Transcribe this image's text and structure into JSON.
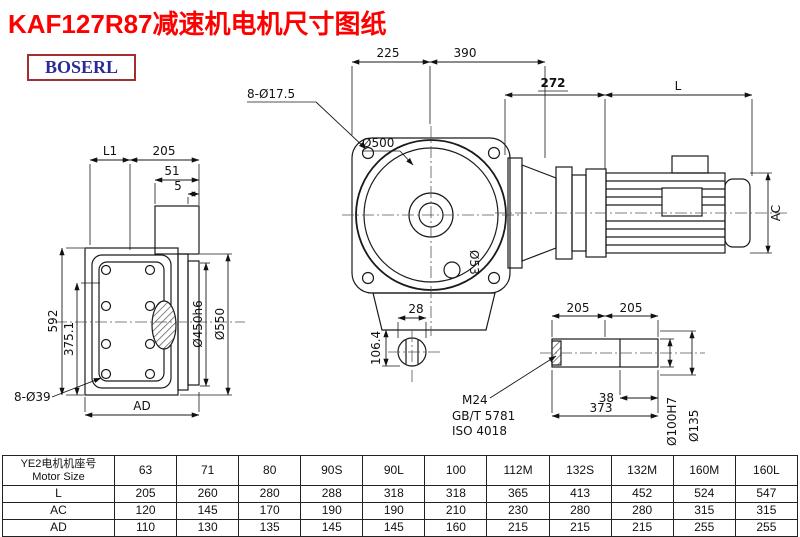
{
  "title": "KAF127R87减速机电机尺寸图纸",
  "brand": "BOSERL",
  "drawing": {
    "labels": {
      "flange_holes": "8-Ø17.5",
      "dim_225": "225",
      "dim_390": "390",
      "dia_500": "Ø500",
      "dim_272": "272",
      "dim_L": "L",
      "dim_AC": "AC",
      "dia_53": "Ø53",
      "dim_L1": "L1",
      "dim_205": "205",
      "dim_51": "51",
      "dim_5": "5",
      "dim_592": "592",
      "dim_375": "375.1",
      "dia_450": "Ø450h6",
      "dia_550": "Ø550",
      "back_holes": "8-Ø39",
      "dim_AD": "AD",
      "dim_28": "28",
      "dim_106": "106.4",
      "thread": "M24",
      "std_gb": "GB/T 5781",
      "std_iso": "ISO 4018",
      "dim_38": "38",
      "dim_373": "373",
      "shaft_205_left": "205",
      "shaft_205_right": "205",
      "dia_100": "Ø100H7",
      "dia_135": "Ø135"
    }
  },
  "table": {
    "header": {
      "line1": "YE2电机机座号",
      "line2": "Motor Size"
    },
    "sizes": [
      "63",
      "71",
      "80",
      "90S",
      "90L",
      "100",
      "112M",
      "132S",
      "132M",
      "160M",
      "160L"
    ],
    "rows": [
      {
        "label": "L",
        "values": [
          205,
          260,
          280,
          288,
          318,
          318,
          365,
          413,
          452,
          524,
          547
        ]
      },
      {
        "label": "AC",
        "values": [
          120,
          145,
          170,
          190,
          190,
          210,
          230,
          280,
          280,
          315,
          315
        ]
      },
      {
        "label": "AD",
        "values": [
          110,
          130,
          135,
          145,
          145,
          160,
          215,
          215,
          215,
          255,
          255
        ]
      }
    ]
  }
}
